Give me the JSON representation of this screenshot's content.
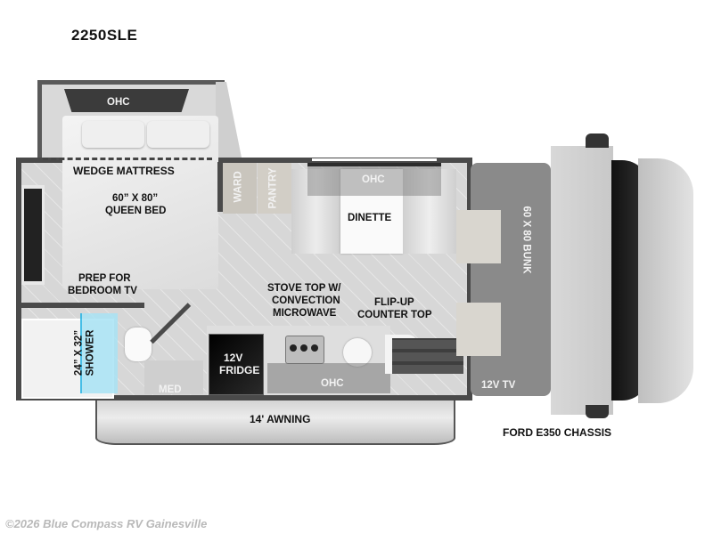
{
  "header": {
    "model": "2250SLE"
  },
  "labels": {
    "bedroom_ohc": "OHC",
    "wedge_mattress": "WEDGE MATTRESS",
    "bed_size": "60” X 80”",
    "bed_type": "QUEEN BED",
    "ward": "WARD",
    "pantry": "PANTRY",
    "dinette_ohc": "OHC",
    "dinette": "DINETTE",
    "bunk": "60 X 80 BUNK",
    "prep_tv_1": "PREP FOR",
    "prep_tv_2": "BEDROOM TV",
    "stove_1": "STOVE TOP W/",
    "stove_2": "CONVECTION",
    "stove_3": "MICROWAVE",
    "flip_1": "FLIP-UP",
    "flip_2": "COUNTER TOP",
    "shower_1": "24” X 32”",
    "shower_2": "SHOWER",
    "med": "MED",
    "fridge_1": "12V",
    "fridge_2": "FRIDGE",
    "kitchen_ohc": "OHC",
    "tv": "12V TV",
    "awning": "14' AWNING",
    "chassis": "FORD E350 CHASSIS"
  },
  "footer": {
    "copyright": "©2026 Blue Compass RV Gainesville"
  }
}
